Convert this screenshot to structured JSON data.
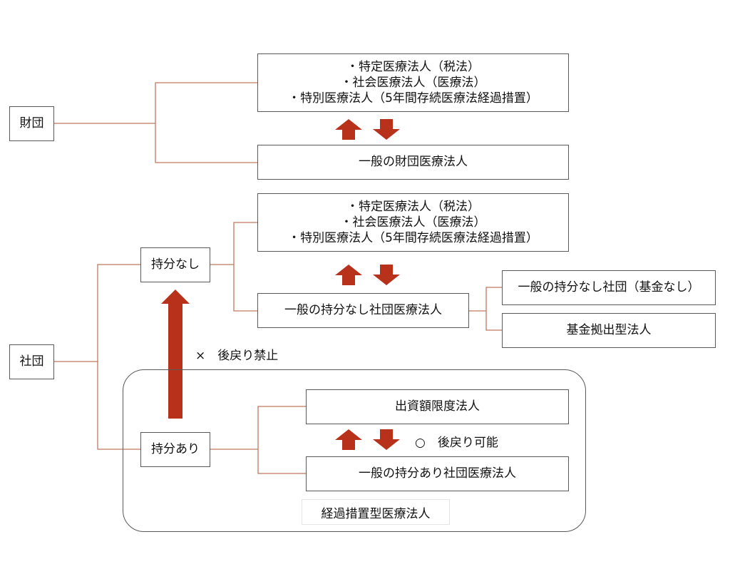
{
  "colors": {
    "line": "#c0785c",
    "arrow": "#b8321b",
    "box_border": "#595959"
  },
  "zaidan": {
    "label": "財団",
    "top_box": {
      "lines": [
        "・特定医療法人（税法）",
        "・社会医療法人（医療法）",
        "・特別医療法人（5年間存続医療法経過措置）"
      ]
    },
    "general_box": "一般の財団医療法人"
  },
  "shadan": {
    "label": "社団",
    "without_share": {
      "label": "持分なし",
      "top_box": {
        "lines": [
          "・特定医療法人（税法）",
          "・社会医療法人（医療法）",
          "・特別医療法人（5年間存続医療法経過措置）"
        ]
      },
      "general_box": "一般の持分なし社団医療法人",
      "sub_types": [
        "一般の持分なし社団（基金なし）",
        "基金拠出型法人"
      ]
    },
    "with_share": {
      "label": "持分あり",
      "capital_limit_box": "出資額限度法人",
      "general_box": "一般の持分あり社団医療法人",
      "reversible_note": "○　後戻り可能",
      "group_caption": "経過措置型医療法人"
    },
    "irreversible_note": "×　後戻り禁止"
  }
}
